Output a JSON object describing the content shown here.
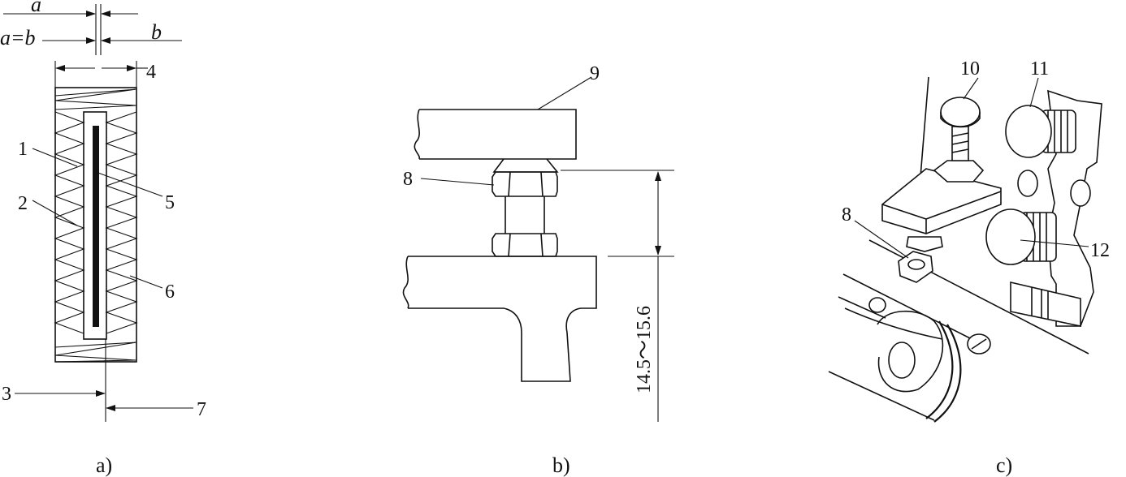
{
  "panel_a": {
    "caption": "a)",
    "dims": {
      "top": "a",
      "bottom_left": "a=b",
      "bottom_right": "b"
    },
    "labels": {
      "l1": "1",
      "l2": "2",
      "l3": "3",
      "l4": "4",
      "l5": "5",
      "l6": "6",
      "l7": "7"
    }
  },
  "panel_b": {
    "caption": "b)",
    "dimension": "14.5～15.6",
    "labels": {
      "l8": "8",
      "l9": "9"
    }
  },
  "panel_c": {
    "caption": "c)",
    "labels": {
      "l8": "8",
      "l10": "10",
      "l11": "11",
      "l12": "12"
    }
  }
}
